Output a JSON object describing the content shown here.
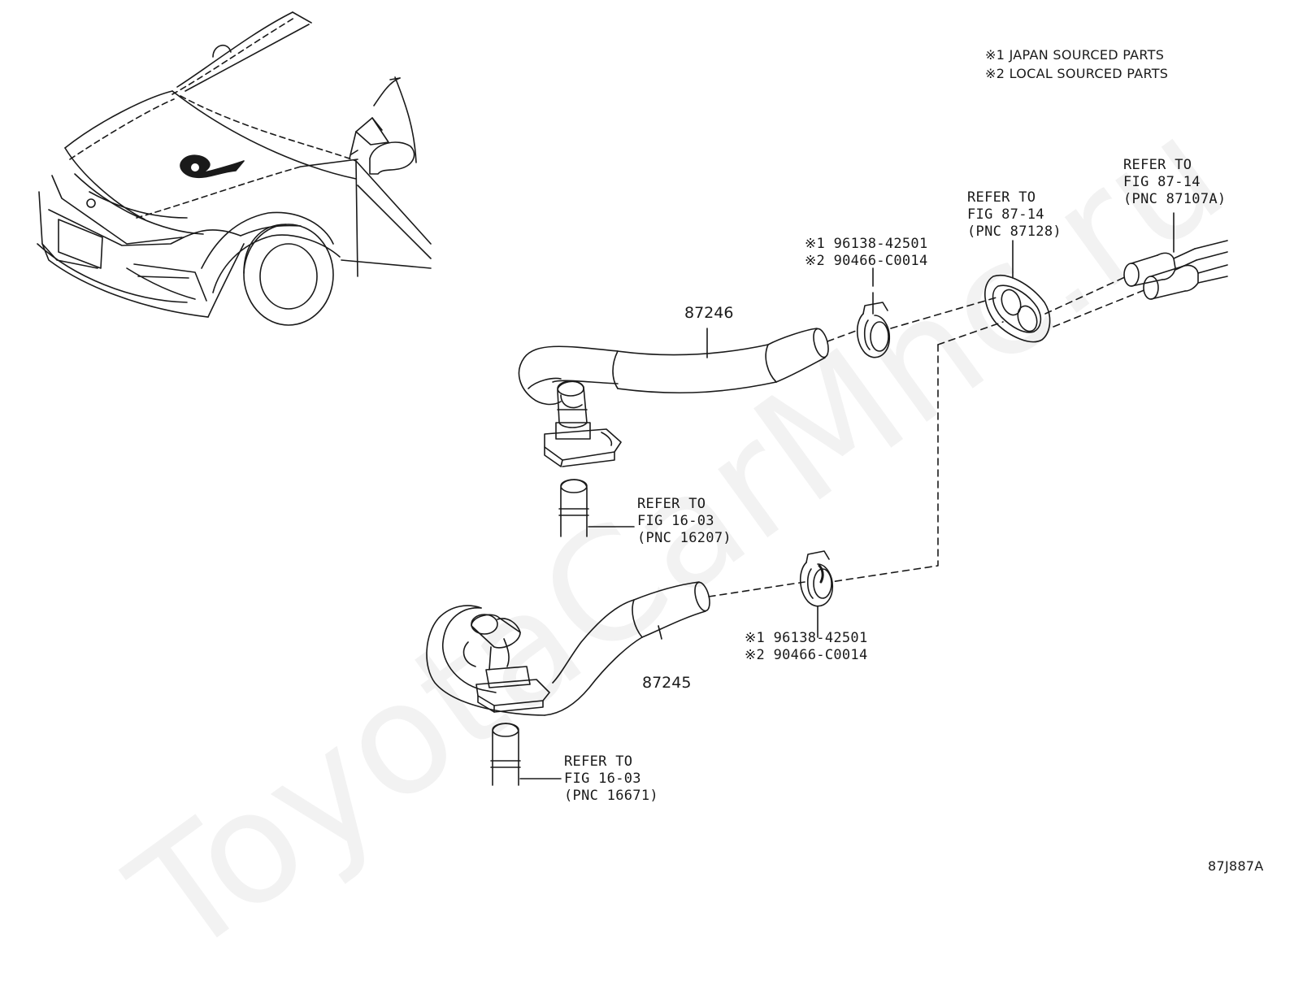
{
  "legend": {
    "line1": "※1 JAPAN SOURCED PARTS",
    "line2": "※2 LOCAL SOURCED PARTS"
  },
  "refs": {
    "r87107a": {
      "l1": "REFER TO",
      "l2": "FIG 87-14",
      "l3": "(PNC 87107A)"
    },
    "r87128": {
      "l1": "REFER TO",
      "l2": "FIG 87-14",
      "l3": "(PNC 87128)"
    },
    "r16207": {
      "l1": "REFER TO",
      "l2": "FIG 16-03",
      "l3": "(PNC 16207)"
    },
    "r16671": {
      "l1": "REFER TO",
      "l2": "FIG 16-03",
      "l3": "(PNC 16671)"
    }
  },
  "clamp_upper": {
    "p1": "※1 96138-42501",
    "p2": "※2 90466-C0014"
  },
  "clamp_lower": {
    "p1": "※1 96138-42501",
    "p2": "※2 90466-C0014"
  },
  "hose_upper": "87246",
  "hose_lower": "87245",
  "diagram_code": "87J887A",
  "watermark": "ToyotaCarMnc.ru",
  "colors": {
    "line": "#1a1a1a",
    "background": "#ffffff",
    "watermark": "#f2f2f2"
  }
}
